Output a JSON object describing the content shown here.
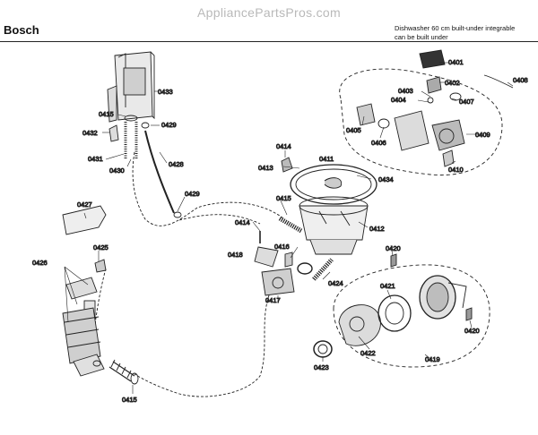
{
  "header": {
    "watermark": "AppliancePartsPros.com",
    "brand": "Bosch",
    "description_line1": "Dishwasher 60 cm built-under integrable",
    "description_line2": "can be built under"
  },
  "part_labels": {
    "p0401": "0401",
    "p0402": "0402",
    "p0403": "0403",
    "p0404": "0404",
    "p0405": "0405",
    "p0406": "0406",
    "p0407": "0407",
    "p0408": "0408",
    "p0409": "0409",
    "p0410": "0410",
    "p0411": "0411",
    "p0412": "0412",
    "p0413": "0413",
    "p0414a": "0414",
    "p0414b": "0414",
    "p0415a": "0415",
    "p0415b": "0415",
    "p0415c": "0415",
    "p0416": "0416",
    "p0417": "0417",
    "p0418": "0418",
    "p0419": "0419",
    "p0420a": "0420",
    "p0420b": "0420",
    "p0421": "0421",
    "p0422": "0422",
    "p0423": "0423",
    "p0424": "0424",
    "p0425": "0425",
    "p0426": "0426",
    "p0427": "0427",
    "p0428": "0428",
    "p0429a": "0429",
    "p0429b": "0429",
    "p0430": "0430",
    "p0431": "0431",
    "p0432": "0432",
    "p0433": "0433",
    "p0434": "0434"
  }
}
